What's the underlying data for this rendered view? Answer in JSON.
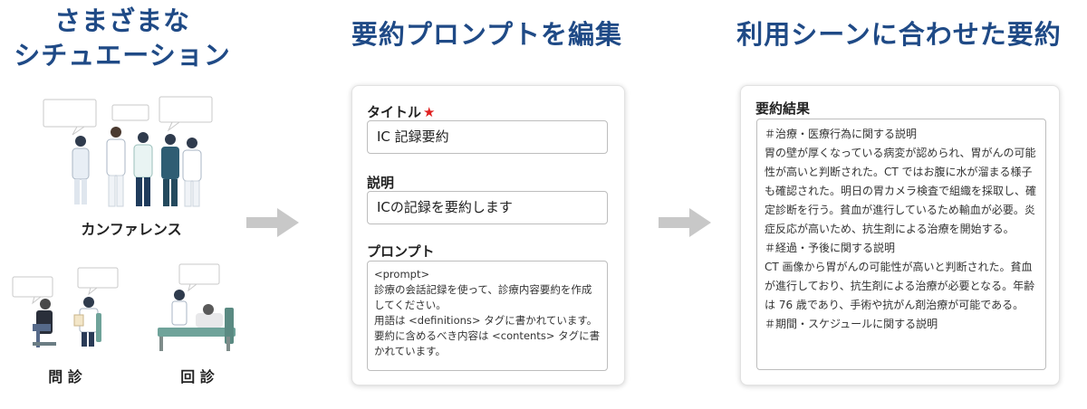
{
  "headings": {
    "left_line1": "さまざまな",
    "left_line2": "シチュエーション",
    "middle": "要約プロンプトを編集",
    "right": "利用シーンに合わせた要約"
  },
  "scenes": {
    "conference": "カンファレンス",
    "interview": "問 診",
    "round": "回 診"
  },
  "form": {
    "title_label": "タイトル",
    "required_mark": "★",
    "title_value": "IC 記録要約",
    "description_label": "説明",
    "description_value": "ICの記録を要約します",
    "prompt_label": "プロンプト",
    "prompt_value": "<prompt>\n診療の会話記録を使って、診療内容要約を作成してください。\n用語は <definitions> タグに書かれています。\n要約に含めるべき内容は <contents> タグに書かれています。"
  },
  "result": {
    "label": "要約結果",
    "text": "＃治療・医療行為に関する説明\n胃の壁が厚くなっている病変が認められ、胃がんの可能性が高いと判断された。CT ではお腹に水が溜まる様子も確認された。明日の胃カメラ検査で組織を採取し、確定診断を行う。貧血が進行しているため輸血が必要。炎症反応が高いため、抗生剤による治療を開始する。\n＃経過・予後に関する説明\nCT 画像から胃がんの可能性が高いと判断された。貧血が進行しており、抗生剤による治療が必要となる。年齢は 76 歳であり、手術や抗がん剤治療が可能である。\n＃期間・スケジュールに関する説明"
  },
  "colors": {
    "heading": "#1f4a86",
    "arrow": "#c8c8c8",
    "required": "#e02020"
  }
}
